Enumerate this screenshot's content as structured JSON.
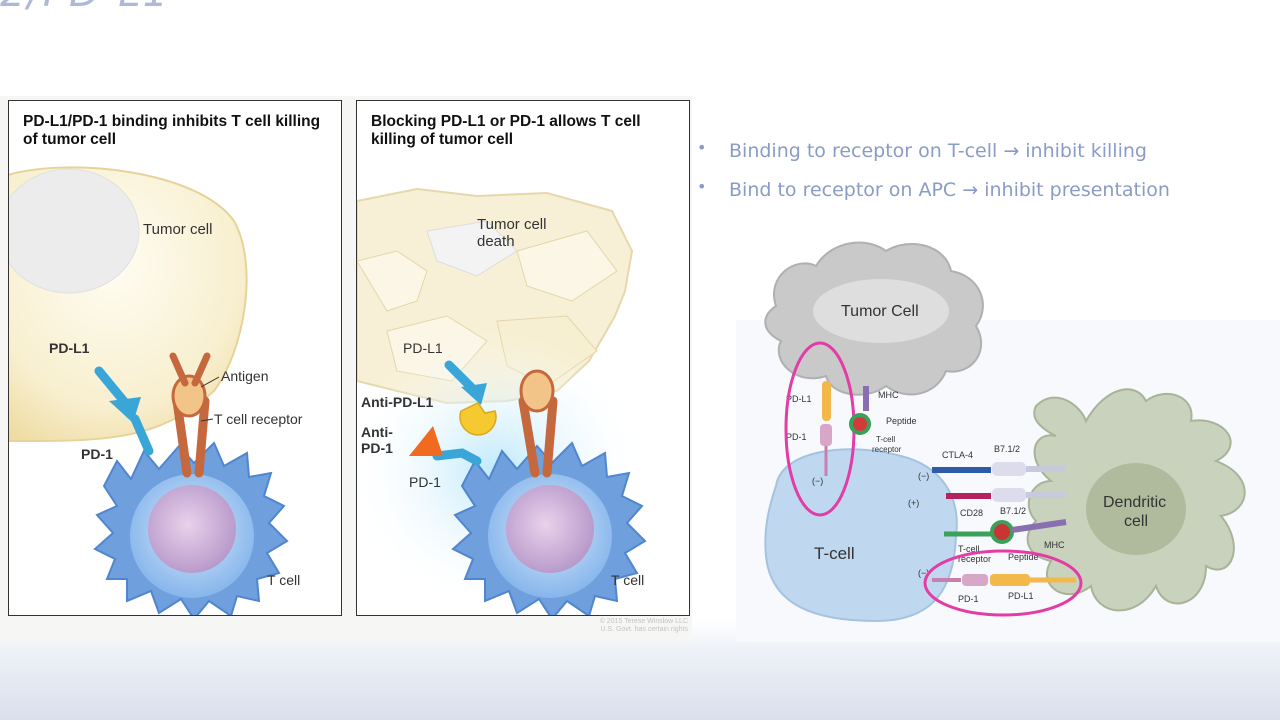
{
  "slide": {
    "title_fragment": "2/PD-L1"
  },
  "left_panel": {
    "title": "PD-L1/PD-1 binding inhibits T cell killing of tumor cell",
    "labels": {
      "tumor_cell": "Tumor cell",
      "pd_l1": "PD-L1",
      "antigen": "Antigen",
      "t_cell_receptor": "T cell receptor",
      "pd_1": "PD-1",
      "t_cell": "T cell"
    }
  },
  "right_panel": {
    "title": "Blocking PD-L1 or PD-1 allows T cell killing of tumor cell",
    "labels": {
      "tumor_cell_death_1": "Tumor cell",
      "tumor_cell_death_2": "death",
      "pd_l1": "PD-L1",
      "anti_pd_l1": "Anti-PD-L1",
      "anti_pd_1_a": "Anti-",
      "anti_pd_1_b": "PD-1",
      "pd_1": "PD-1",
      "t_cell": "T cell"
    }
  },
  "credit": {
    "line1": "© 2015 Terese Winslow LLC",
    "line2": "U.S. Govt. has certain rights"
  },
  "bullets": [
    "Binding to receptor on T-cell → inhibit killing",
    "Bind to receptor on APC → inhibit presentation"
  ],
  "schematic": {
    "tumor_cell": "Tumor Cell",
    "dendritic_cell_1": "Dendritic",
    "dendritic_cell_2": "cell",
    "t_cell": "T-cell",
    "pd_l1_top": "PD-L1",
    "pd_1_top": "PD-1",
    "minus_top": "(−)",
    "mhc_top": "MHC",
    "peptide_top": "Peptide",
    "tcr_top_1": "T-cell",
    "tcr_top_2": "receptor",
    "ctla4": "CTLA-4",
    "b7_a": "B7.1/2",
    "minus_mid": "(−)",
    "plus_mid": "(+)",
    "cd28": "CD28",
    "b7_b": "B7.1/2",
    "tcr_bottom_1": "T-cell",
    "tcr_bottom_2": "receptor",
    "peptide_bottom": "Peptide",
    "mhc_bottom": "MHC",
    "minus_bottom": "(−)",
    "pd_1_bottom": "PD-1",
    "pd_l1_bottom": "PD-L1",
    "highlight_color": "#e23da6"
  }
}
